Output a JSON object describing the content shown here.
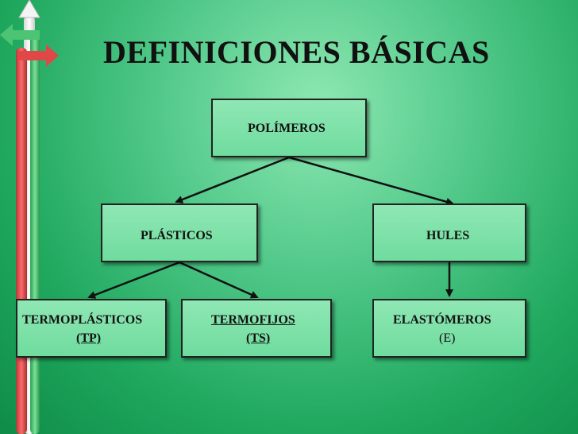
{
  "title": "DEFINICIONES BÁSICAS",
  "nodes": {
    "polimeros": "POLÍMEROS",
    "plasticos": "PLÁSTICOS",
    "hules": "HULES",
    "termoplasticos": "TERMOPLÁSTICOS",
    "termoplasticos_abbr": "(TP)",
    "termofijos": "TERMOFIJOS",
    "termofijos_abbr": "(TS)",
    "elastomeros": "ELASTÓMEROS",
    "elastomeros_abbr": "(E)"
  },
  "colors": {
    "background": "#2fb86a",
    "box_fill": "#7fe1a8",
    "box_border": "#222222",
    "arrow": "#111111",
    "deco_red": "#e04848",
    "deco_white": "#f2f2f2",
    "deco_green": "#4cc474"
  },
  "icons": [
    "left-arrow-icon",
    "right-arrow-icon",
    "up-arrow-icon"
  ]
}
